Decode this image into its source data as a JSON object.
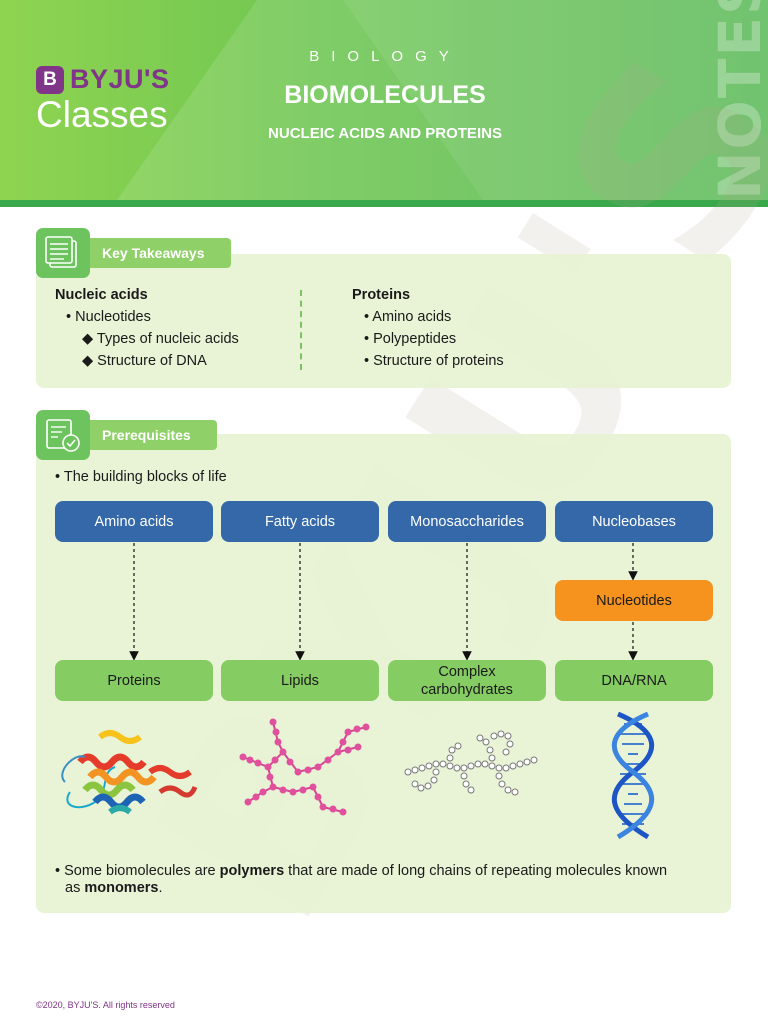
{
  "header": {
    "brand": "BYJU'S",
    "brand_mark": "B",
    "brand_sub": "Classes",
    "subject": "BIOLOGY",
    "title": "BIOMOLECULES",
    "subtitle": "NUCLEIC ACIDS AND PROTEINS",
    "side_label": "NOTES"
  },
  "key_takeaways": {
    "heading": "Key Takeaways",
    "left": {
      "title": "Nucleic acids",
      "items": [
        "• Nucleotides",
        "◆ Types of nucleic acids",
        "◆ Structure of DNA"
      ]
    },
    "right": {
      "title": "Proteins",
      "items": [
        "• Amino acids",
        "• Polypeptides",
        "• Structure of proteins"
      ]
    }
  },
  "prerequisites": {
    "heading": "Prerequisites",
    "intro": "• The building blocks of life",
    "top_boxes": [
      "Amino acids",
      "Fatty acids",
      "Monosaccharides",
      "Nucleobases"
    ],
    "middle_box": "Nucleotides",
    "bottom_boxes": [
      "Proteins",
      "Lipids",
      "Complex carbohydrates",
      "DNA/RNA"
    ],
    "note": {
      "part1": "• Some biomolecules are ",
      "bold1": "polymers",
      "part2": " that are made of long chains of repeating molecules known",
      "part3": "as ",
      "bold2": "monomers",
      "part4": "."
    }
  },
  "footer": "©2020, BYJU'S. All rights reserved",
  "colors": {
    "header_green": "#6cc552",
    "panel": "#e7f3d3",
    "box_blue": "#3468a8",
    "box_orange": "#f6921e",
    "box_green": "#85cc63",
    "brand_purple": "#813588"
  }
}
